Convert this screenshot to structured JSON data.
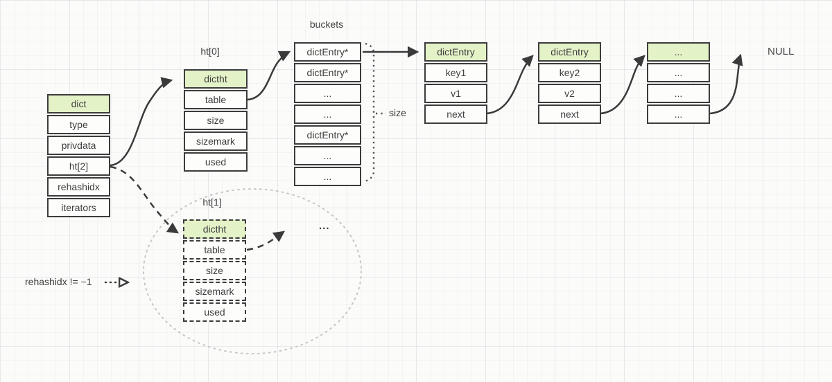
{
  "title": "Redis dict rehash structure diagram",
  "colors": {
    "header_fill": "#e4f2c8",
    "border": "#3c3c3c",
    "text": "#3e3e3e",
    "arrow": "#3a3a3a",
    "ellipse": "#c6c6c6",
    "background": "#fbfbfa"
  },
  "labels": {
    "ht0": "ht[0]",
    "ht1": "ht[1]",
    "buckets": "buckets",
    "size": "size",
    "null_text": "NULL",
    "rehash_note": "rehashidx != −1",
    "ellipsis": "..."
  },
  "tables": {
    "dict": {
      "header": "dict",
      "rows": [
        "type",
        "privdata",
        "ht[2]",
        "rehashidx",
        "iterators"
      ]
    },
    "ht0": {
      "header": "dictht",
      "rows": [
        "table",
        "size",
        "sizemark",
        "used"
      ]
    },
    "buckets": {
      "rows": [
        "dictEntry*",
        "dictEntry*",
        "...",
        "...",
        "dictEntry*",
        "...",
        "..."
      ]
    },
    "entry1": {
      "header": "dictEntry",
      "rows": [
        "key1",
        "v1",
        "next"
      ]
    },
    "entry2": {
      "header": "dictEntry",
      "rows": [
        "key2",
        "v2",
        "next"
      ]
    },
    "entry3": {
      "header": "...",
      "rows": [
        "...",
        "...",
        "..."
      ]
    },
    "ht1": {
      "header": "dictht",
      "rows": [
        "table",
        "size",
        "sizemark",
        "used"
      ]
    }
  }
}
